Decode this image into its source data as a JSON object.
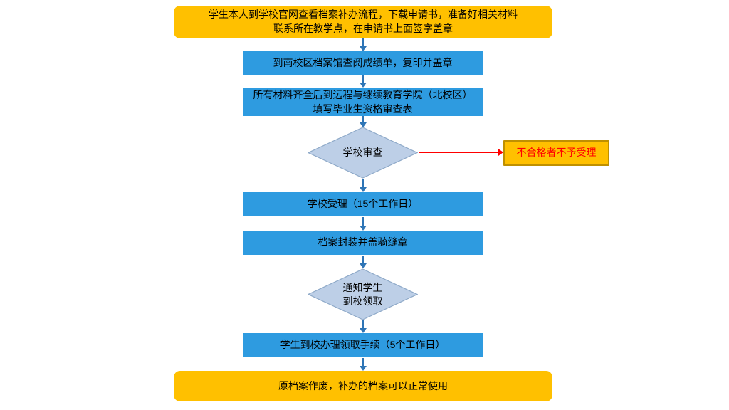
{
  "page": {
    "background": "#FFFFFF"
  },
  "flowchart": {
    "start": {
      "line1": "学生本人到学校官网查看档案补办流程，下载申请书，准备好相关材料",
      "line2": "联系所在教学点，在申请书上面签字盖章"
    },
    "step_archive_lookup": {
      "label": "到南校区档案馆查阅成绩单，复印并盖章"
    },
    "step_materials": {
      "line1": "所有材料齐全后到远程与继续教育学院（北校区）",
      "line2": "填写毕业生资格审查表"
    },
    "decision_review": {
      "label": "学校审查"
    },
    "reject_note": {
      "label": "不合格者不予受理"
    },
    "step_acceptance": {
      "label": "学校受理（15个工作日）"
    },
    "step_sealing": {
      "label": "档案封装并盖骑缝章"
    },
    "decision_notify": {
      "line1": "通知学生",
      "line2": "到校领取"
    },
    "step_pickup": {
      "label": "学生到校办理领取手续（5个工作日）"
    },
    "end": {
      "label": "原档案作废，补办的档案可以正常使用"
    },
    "colors": {
      "terminal_fill": "#FFC000",
      "process_fill": "#2E9BE0",
      "process_text": "#000000",
      "decision_fill": "#BDCFE7",
      "decision_border": "#8EA9C8",
      "arrow": "#2E75B6",
      "reject_arrow": "#FF0000",
      "reject_fill": "#FFC000",
      "reject_border": "#BF9000",
      "reject_text": "#FF0000"
    }
  }
}
